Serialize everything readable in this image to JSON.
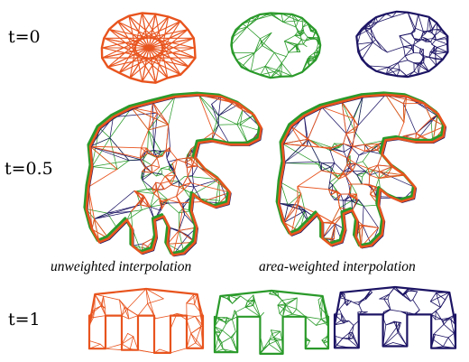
{
  "figure": {
    "colors": {
      "orange": "#e8541e",
      "green": "#2a9a2a",
      "navy": "#1c1464",
      "background": "#ffffff"
    },
    "rows": {
      "t0": {
        "label": "t=0"
      },
      "t05": {
        "label": "t=0.5"
      },
      "t1": {
        "label": "t=1"
      }
    },
    "captions": {
      "unweighted": "unweighted interpolation",
      "area_weighted": "area-weighted interpolation"
    }
  }
}
